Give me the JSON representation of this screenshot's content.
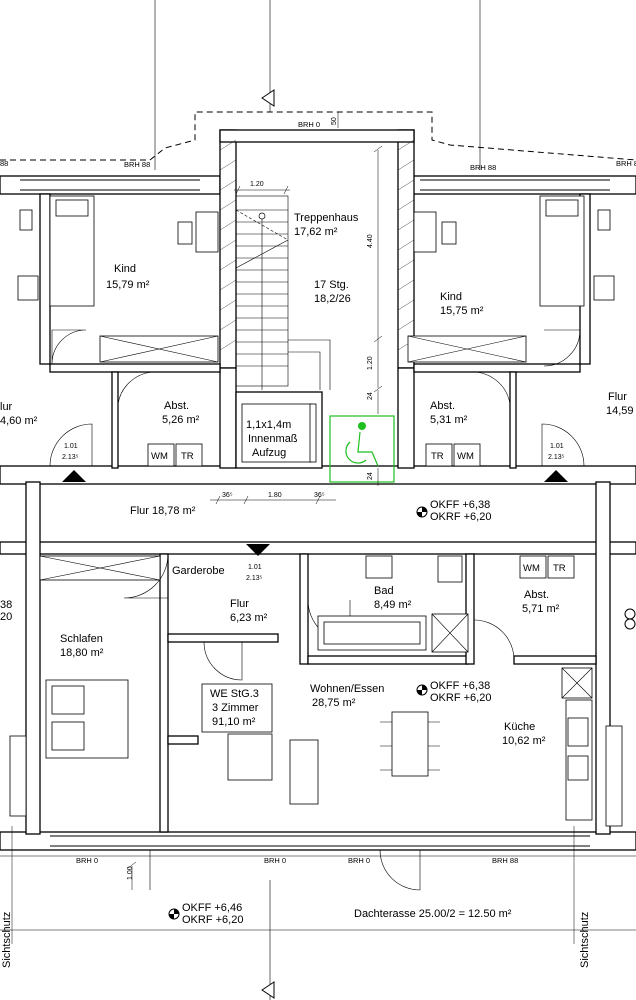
{
  "rooms": {
    "treppenhaus_name": "Treppenhaus",
    "treppenhaus_area": "17,62 m²",
    "stairs_count": "17 Stg.",
    "stairs_ratio": "18,2/26",
    "kind_left_name": "Kind",
    "kind_left_area": "15,79 m²",
    "kind_right_name": "Kind",
    "kind_right_area": "15,75 m²",
    "abst_left_name": "Abst.",
    "abst_left_area": "5,26 m²",
    "abst_right_name": "Abst.",
    "abst_right_area": "5,31 m²",
    "flur_left_name": "lur",
    "flur_left_area": "4,60 m²",
    "flur_right_name": "Flur",
    "flur_right_area": "14,59",
    "flur_main": "Flur 18,78 m²",
    "garderobe": "Garderobe",
    "flur_small_name": "Flur",
    "flur_small_area": "6,23 m²",
    "bad_name": "Bad",
    "bad_area": "8,49 m²",
    "abst_lower_name": "Abst.",
    "abst_lower_area": "5,71 m²",
    "schlafen_name": "Schlafen",
    "schlafen_area": "18,80 m²",
    "wohnen_name": "Wohnen/Essen",
    "wohnen_area": "28,75 m²",
    "kueche_name": "Küche",
    "kueche_area": "10,62 m²",
    "dachterrasse": "Dachterasse 25.00/2 = 12.50 m²"
  },
  "elevator": {
    "size": "1,1x1,4m",
    "line2": "Innenmaß",
    "line3": "Aufzug"
  },
  "unit": {
    "line1": "WE StG.3",
    "line2": "3 Zimmer",
    "line3": "91,10 m²"
  },
  "levels": {
    "okff_1": "OKFF +6,38",
    "okrf_1": "OKRF +6,20",
    "okff_2": "OKFF +6,38",
    "okrf_2": "OKRF +6,20",
    "okff_3": "OKFF +6,46",
    "okrf_3": "OKRF +6,20"
  },
  "fixtures": {
    "wm": "WM",
    "tr": "TR"
  },
  "brh": {
    "brh0": "BRH 0",
    "brh88": "BRH 88",
    "edge_88": "88"
  },
  "dims": {
    "d_50": "50",
    "d_120_top": "1.20",
    "d_440": "4.40",
    "d_120_side": "1.20",
    "d_24a": "24",
    "d_24b": "24",
    "d_180": "1.80",
    "d_365": "36⁵",
    "d_101": "1.01",
    "d_2135": "2.13⁵",
    "d_100": "1.00",
    "edge_38": "38",
    "edge_20": "20"
  },
  "sichtschutz": "Sichtschutz",
  "colors": {
    "walls": "#000000",
    "accessibility": "#1fbf1f",
    "background": "#ffffff"
  }
}
